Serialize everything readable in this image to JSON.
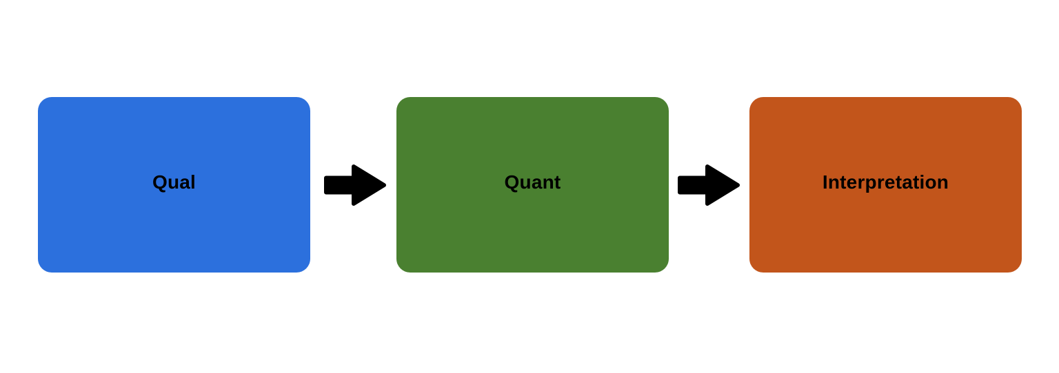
{
  "diagram": {
    "type": "flow-diagram",
    "direction": "left-to-right",
    "background": "#ffffff",
    "text_color": "#000000",
    "nodes": [
      {
        "id": "qual",
        "label": "Qual",
        "color": "#2c70dd",
        "shape": "rounded-rectangle"
      },
      {
        "id": "quant",
        "label": "Quant",
        "color": "#4a8030",
        "shape": "rounded-rectangle"
      },
      {
        "id": "interpretation",
        "label": "Interpretation",
        "color": "#c2551b",
        "shape": "rounded-rectangle"
      }
    ],
    "connectors": [
      {
        "from": "qual",
        "to": "quant",
        "icon": "arrow-right-icon",
        "color": "#000000"
      },
      {
        "from": "quant",
        "to": "interpretation",
        "icon": "arrow-right-icon",
        "color": "#000000"
      }
    ]
  }
}
